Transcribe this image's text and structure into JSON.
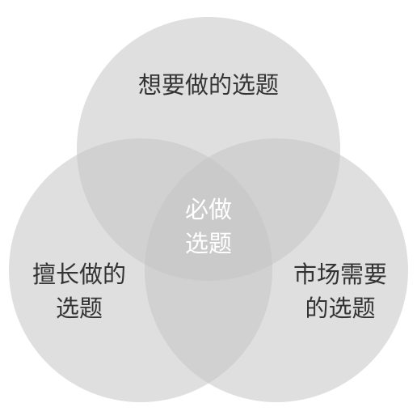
{
  "diagram": {
    "circles": {
      "top": {
        "lines": [
          "想要做的选题"
        ]
      },
      "left": {
        "lines": [
          "擅长做的",
          "选题"
        ]
      },
      "right": {
        "lines": [
          "市场需要",
          "的选题"
        ]
      }
    },
    "center": {
      "lines": [
        "必做",
        "选题"
      ]
    },
    "colors": {
      "circle_fill": "#cfcfcf",
      "label_text": "#333333",
      "center_text": "#ffffff",
      "background": "#ffffff"
    }
  }
}
